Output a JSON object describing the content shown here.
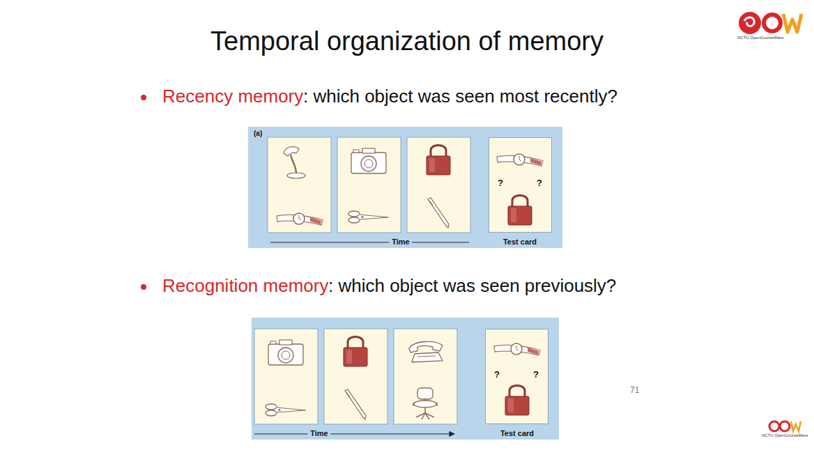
{
  "diagram": {
    "title": "Temporal organization of memory",
    "nodes": [
      {
        "text": [
          "(a)",
          "Time",
          "Test card"
        ]
      },
      {
        "text": [
          "?",
          "?"
        ],
        "in": 0
      },
      {
        "text": [
          "Time",
          "Test card"
        ]
      },
      {
        "text": [
          "?",
          "?"
        ],
        "in": 2
      }
    ],
    "labels": [
      "Recency memory",
      ": which object was seen most recently?",
      "Recognition memory",
      ": which object was seen previously?",
      "71",
      "NCTU OpenCourseWare",
      "NCTU OpenCourseWare"
    ]
  }
}
